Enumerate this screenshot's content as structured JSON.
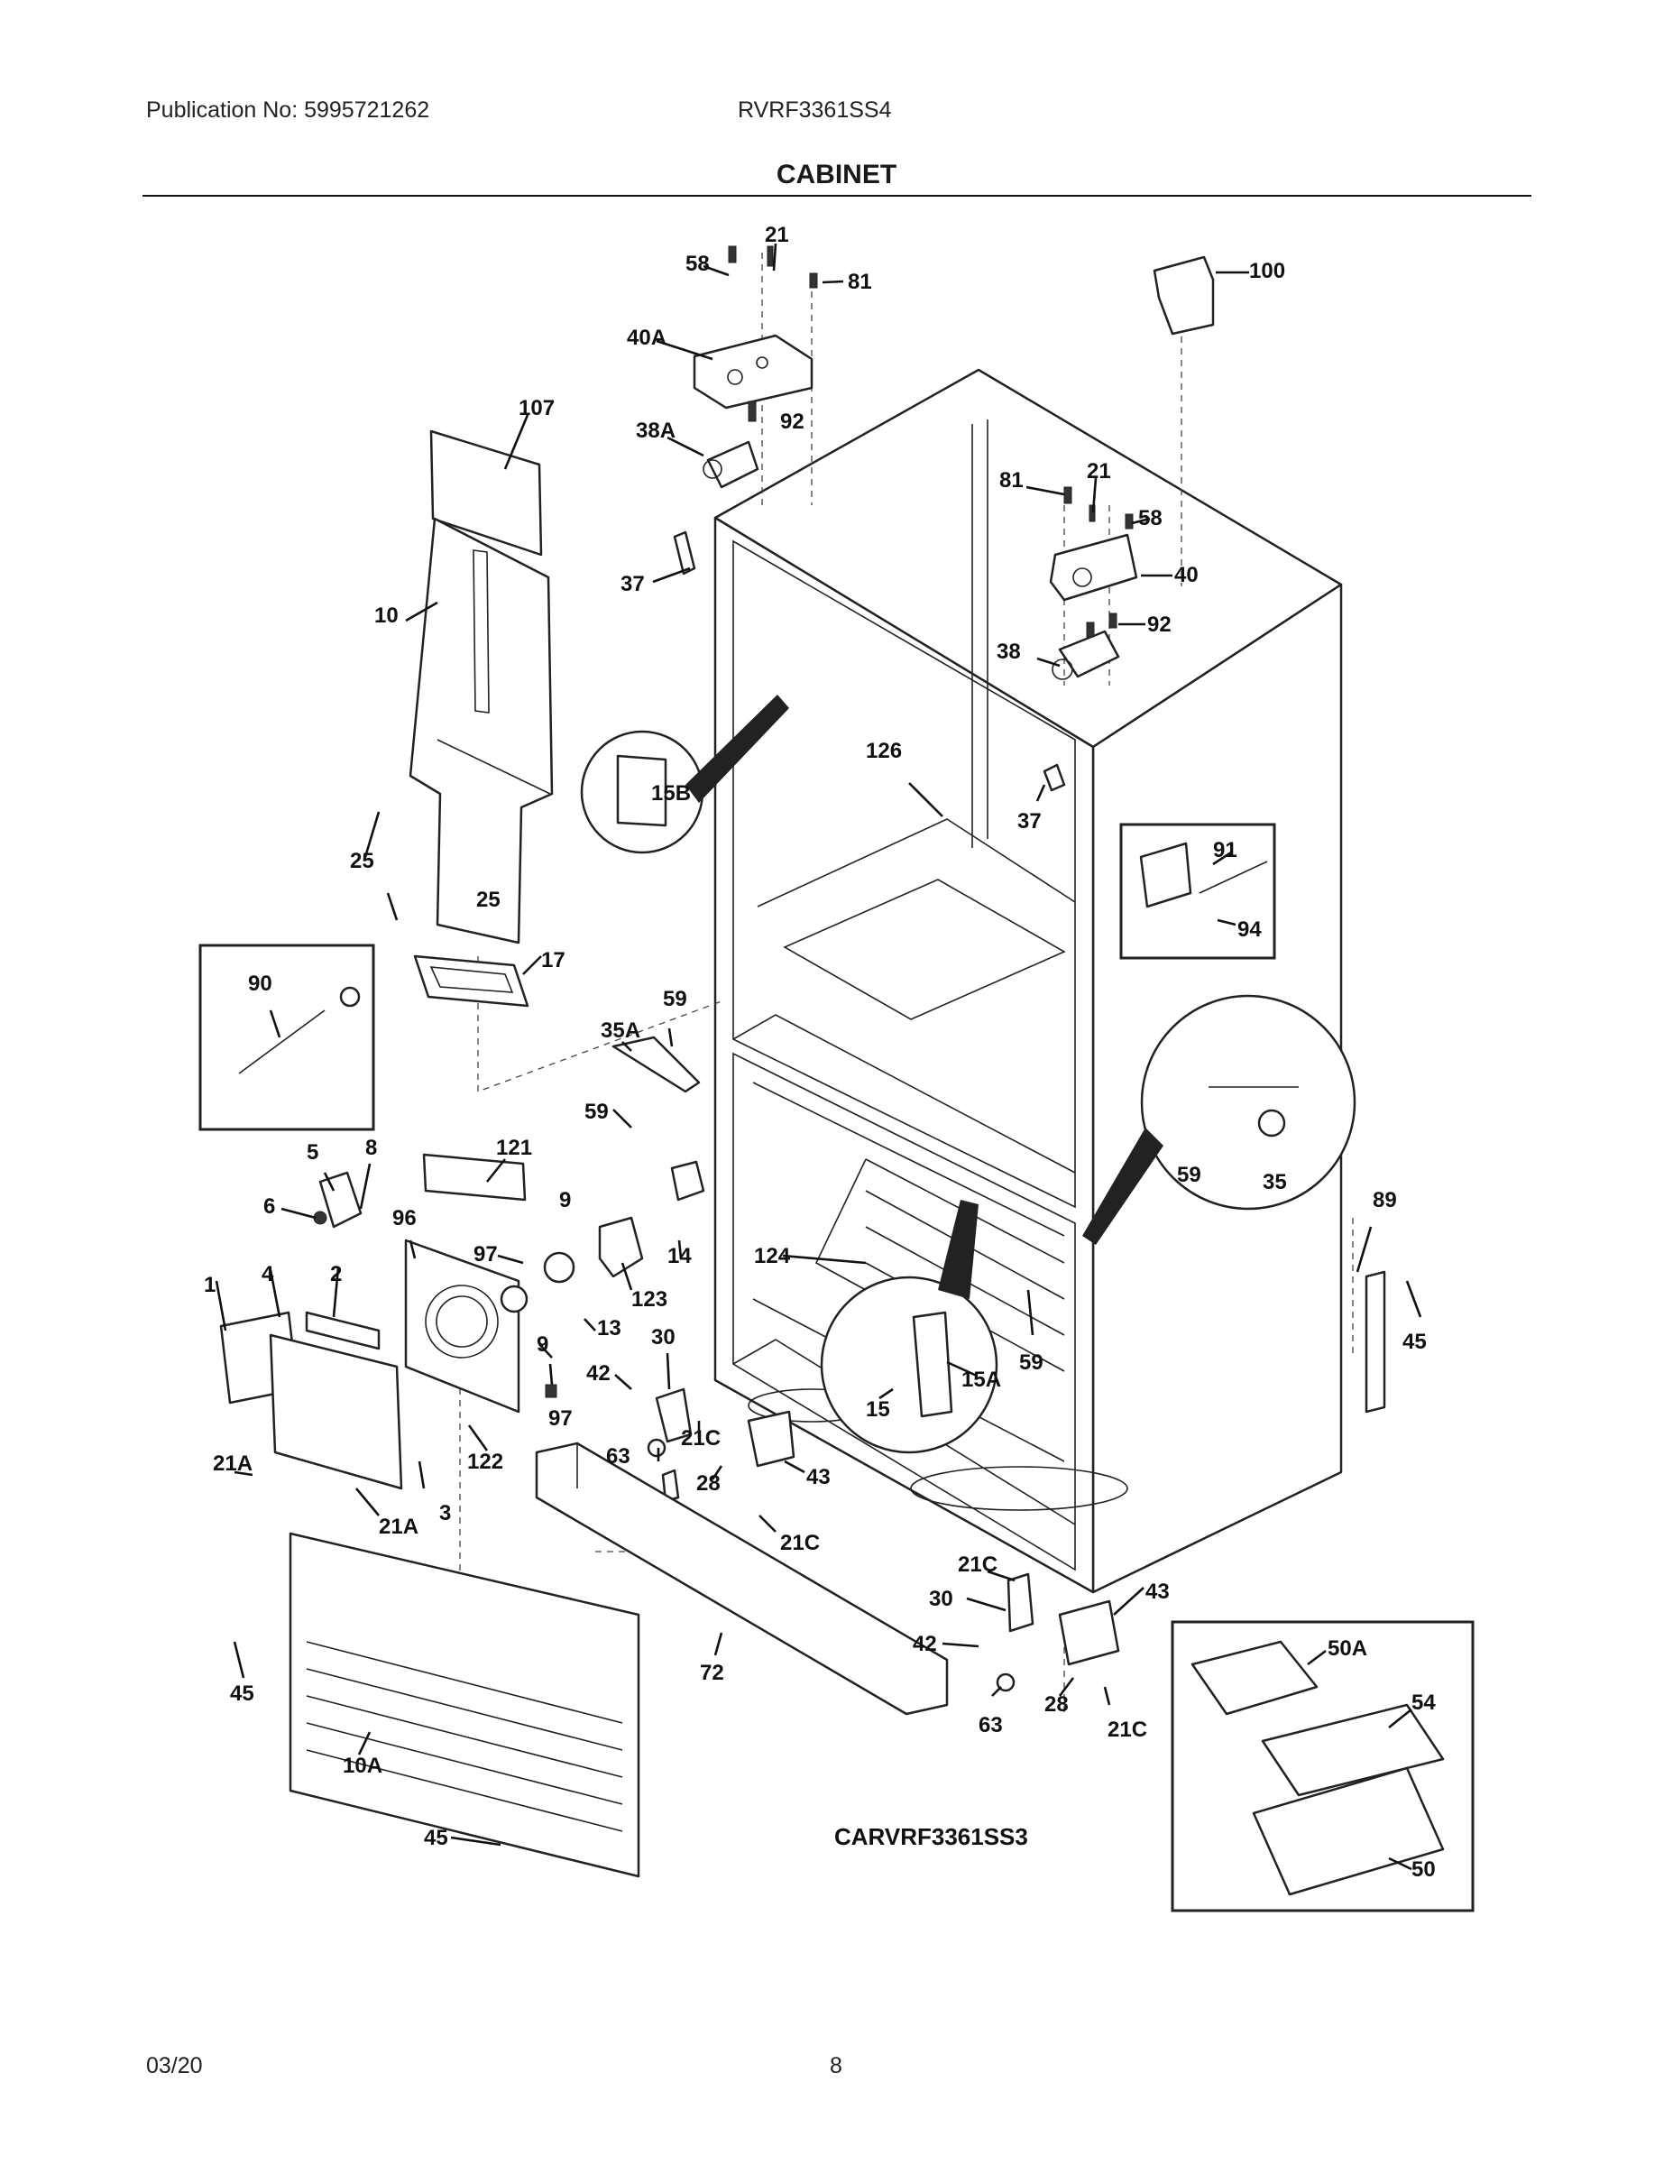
{
  "header": {
    "publication": "Publication No: 5995721262",
    "model": "RVRF3361SS4",
    "title": "CABINET"
  },
  "footer": {
    "date": "03/20",
    "page": "8"
  },
  "diagram": {
    "code": "CARVRF3361SS3",
    "callouts": [
      "21",
      "58",
      "81",
      "100",
      "40A",
      "107",
      "38A",
      "92",
      "81",
      "21",
      "58",
      "40",
      "37",
      "10",
      "92",
      "38",
      "126",
      "15B",
      "37",
      "91",
      "94",
      "25",
      "25",
      "17",
      "90",
      "59",
      "35A",
      "59",
      "59",
      "35",
      "5",
      "8",
      "121",
      "6",
      "96",
      "9",
      "89",
      "97",
      "123",
      "14",
      "124",
      "1",
      "4",
      "2",
      "9",
      "30",
      "45",
      "42",
      "13",
      "97",
      "59",
      "15A",
      "15",
      "21C",
      "63",
      "21A",
      "122",
      "28",
      "43",
      "21A",
      "3",
      "21C",
      "21C",
      "43",
      "30",
      "42",
      "50A",
      "72",
      "45",
      "28",
      "54",
      "63",
      "21C",
      "10A",
      "45",
      "50"
    ]
  }
}
